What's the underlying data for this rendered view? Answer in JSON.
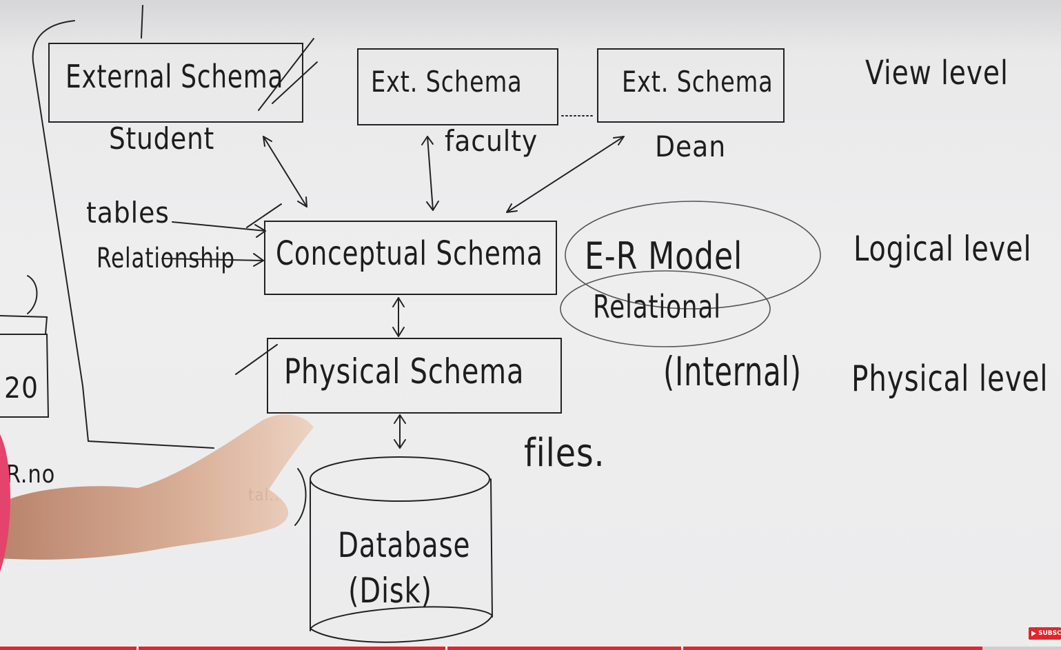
{
  "diagram": {
    "ext_schema_1": "External Schema",
    "ext_schema_2": "Ext. Schema",
    "ext_schema_3": "Ext. Schema",
    "ellipsis": "......",
    "user_student": "Student",
    "user_faculty": "faculty",
    "user_dean": "Dean",
    "view_level": "View level",
    "conceptual_schema": "Conceptual Schema",
    "label_tables": "tables",
    "label_relationship": "Relationship",
    "er_model": "E-R Model",
    "relational": "Relational",
    "logical_level": "Logical level",
    "physical_schema": "Physical Schema",
    "internal": "(Internal)",
    "physical_level": "Physical level",
    "files": "files.",
    "database": "Database",
    "disk": "(Disk)",
    "left_partial_1": "20",
    "left_partial_2": "(R.no",
    "left_partial_3": "tal.."
  },
  "video": {
    "subscribe_label": "SUBSC",
    "progress_color": "#e5242b"
  }
}
